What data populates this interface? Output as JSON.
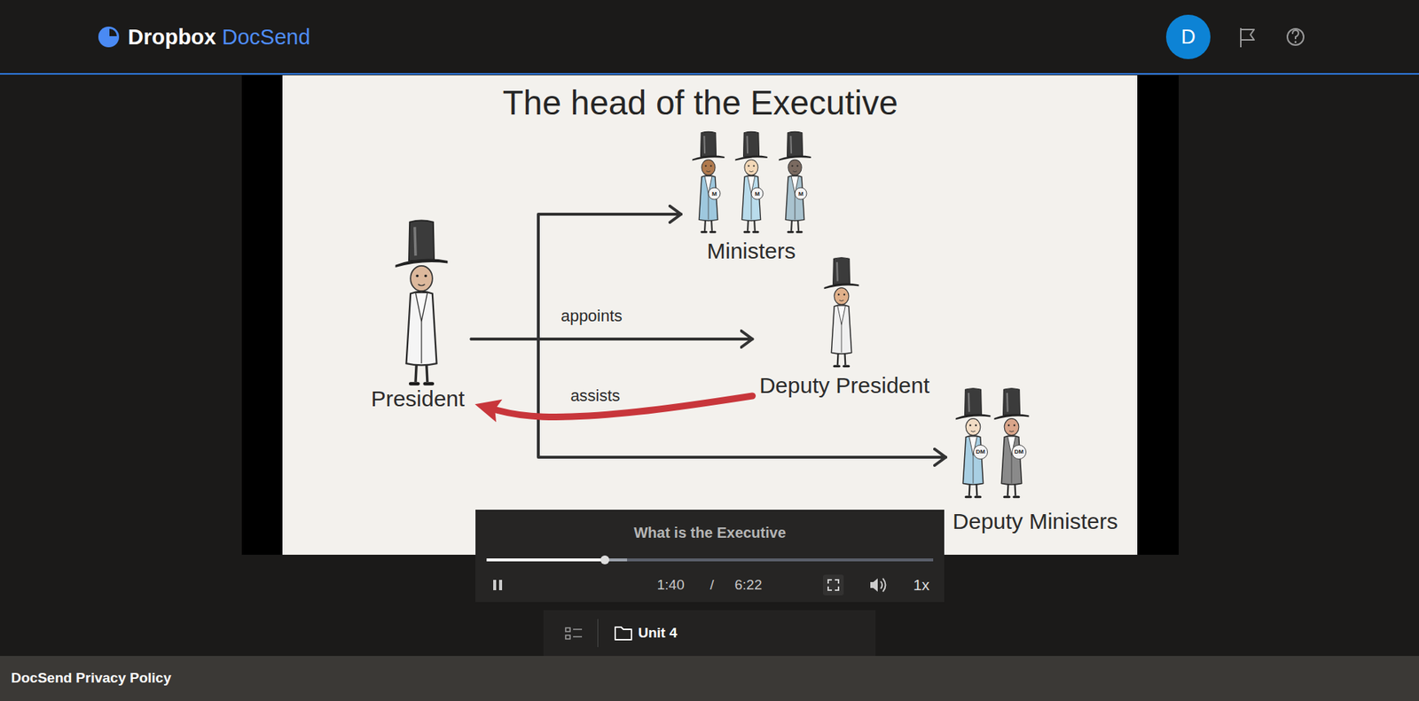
{
  "diagram": {
    "title": "The head of the Executive",
    "nodes": [
      {
        "text": [
          "President"
        ]
      },
      {
        "text": [
          "Ministers"
        ]
      },
      {
        "text": [
          "Deputy President"
        ]
      },
      {
        "text": [
          "Deputy Ministers"
        ]
      }
    ],
    "edges": [
      {
        "from": 0,
        "to": 1,
        "arrow": "to"
      },
      {
        "from": 0,
        "to": 2,
        "label": "appoints",
        "arrow": "to"
      },
      {
        "from": 0,
        "to": 3,
        "arrow": "to"
      },
      {
        "from": 2,
        "to": 0,
        "label": "assists",
        "arrow": "to"
      }
    ],
    "labels": [
      "Dropbox",
      "DocSend",
      "D",
      "M",
      "M",
      "M",
      "DM",
      "DM",
      "What is the Executive",
      "1:40",
      "/",
      "6:22",
      "1x",
      "Unit 4",
      "DocSend Privacy Policy"
    ]
  }
}
